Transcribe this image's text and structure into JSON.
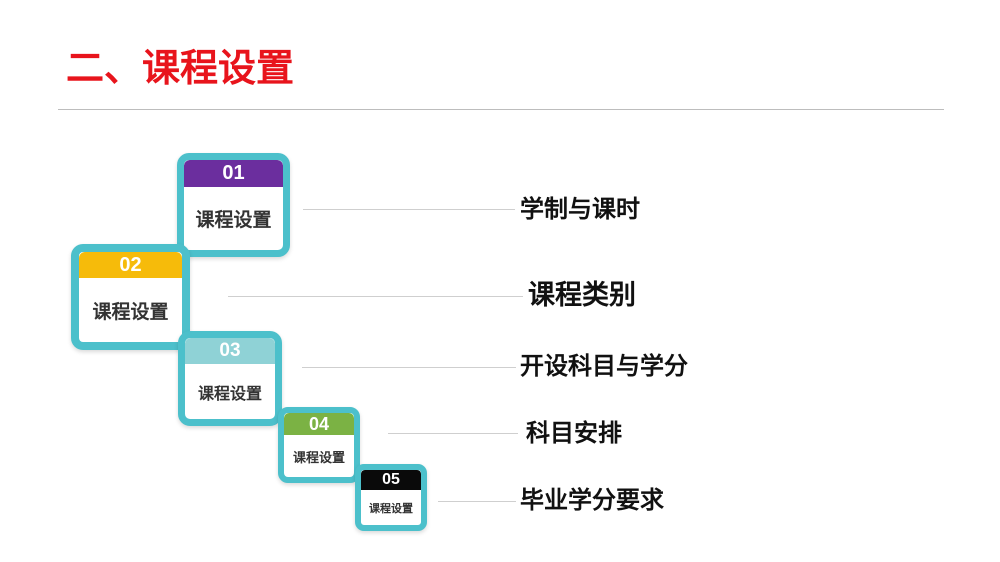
{
  "title": "二、课程设置",
  "colors": {
    "title": "#e8141c",
    "frame": "#4cc0cb",
    "divider": "#bdbdbd"
  },
  "steps": [
    {
      "number": "01",
      "label": "课程设置",
      "item": "学制与课时",
      "color": "#6b2e9e"
    },
    {
      "number": "02",
      "label": "课程设置",
      "item": "课程类别",
      "color": "#f6bb0a"
    },
    {
      "number": "03",
      "label": "课程设置",
      "item": "开设科目与学分",
      "color": "#8fd2d6"
    },
    {
      "number": "04",
      "label": "课程设置",
      "item": "科目安排",
      "color": "#7bb244"
    },
    {
      "number": "05",
      "label": "课程设置",
      "item": "毕业学分要求",
      "color": "#0a0a0a"
    }
  ]
}
